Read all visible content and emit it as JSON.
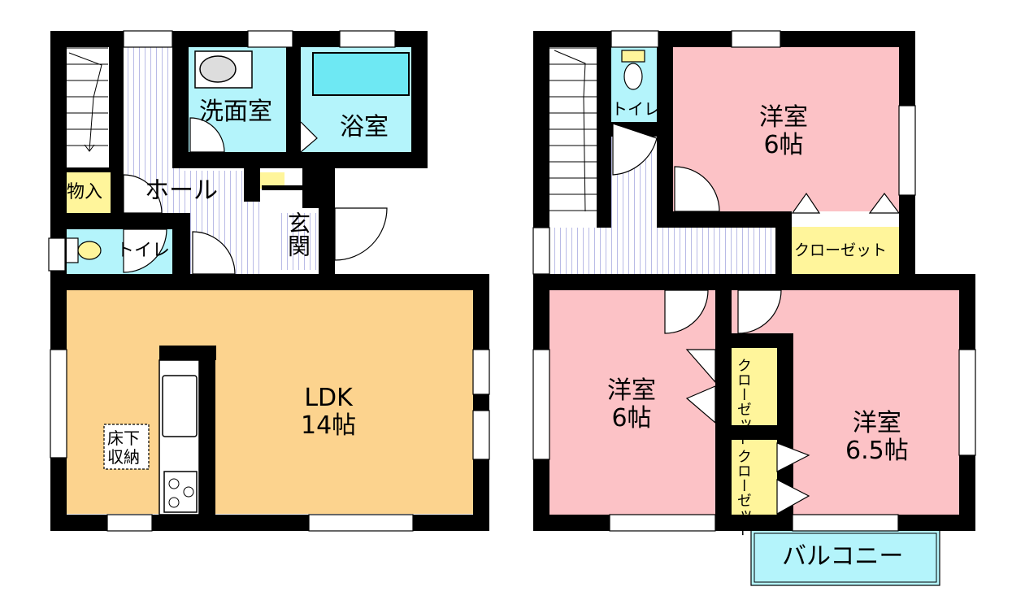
{
  "colors": {
    "wall": "#000000",
    "ldk": "#fcd38e",
    "bedroom": "#fcc2c6",
    "wet": "#b4f4fb",
    "storage": "#fff59b",
    "hall": "#ffffff",
    "hall_line": "#b9bbe6",
    "balcony": "#b4f4fb",
    "tub": "#6ee8f3"
  },
  "floor1": {
    "ldk": {
      "name": "LDK",
      "size": "14帖"
    },
    "washroom": "洗面室",
    "bathroom": "浴室",
    "hall": "ホール",
    "storage": "物入",
    "toilet": "トイレ",
    "entrance": "玄関",
    "underfloor": {
      "line1": "床下",
      "line2": "収納"
    }
  },
  "floor2": {
    "toilet": "トイレ",
    "bedroom_ne": {
      "name": "洋室",
      "size": "6帖"
    },
    "closet_ne": "クローゼット",
    "bedroom_sw": {
      "name": "洋室",
      "size": "6帖"
    },
    "closet_a": {
      "line1": "クロー",
      "line2": "ゼット"
    },
    "closet_b": {
      "line1": "クロー",
      "line2": "ゼット"
    },
    "bedroom_se": {
      "name": "洋室",
      "size": "6.5帖"
    },
    "balcony": "バルコニー"
  }
}
